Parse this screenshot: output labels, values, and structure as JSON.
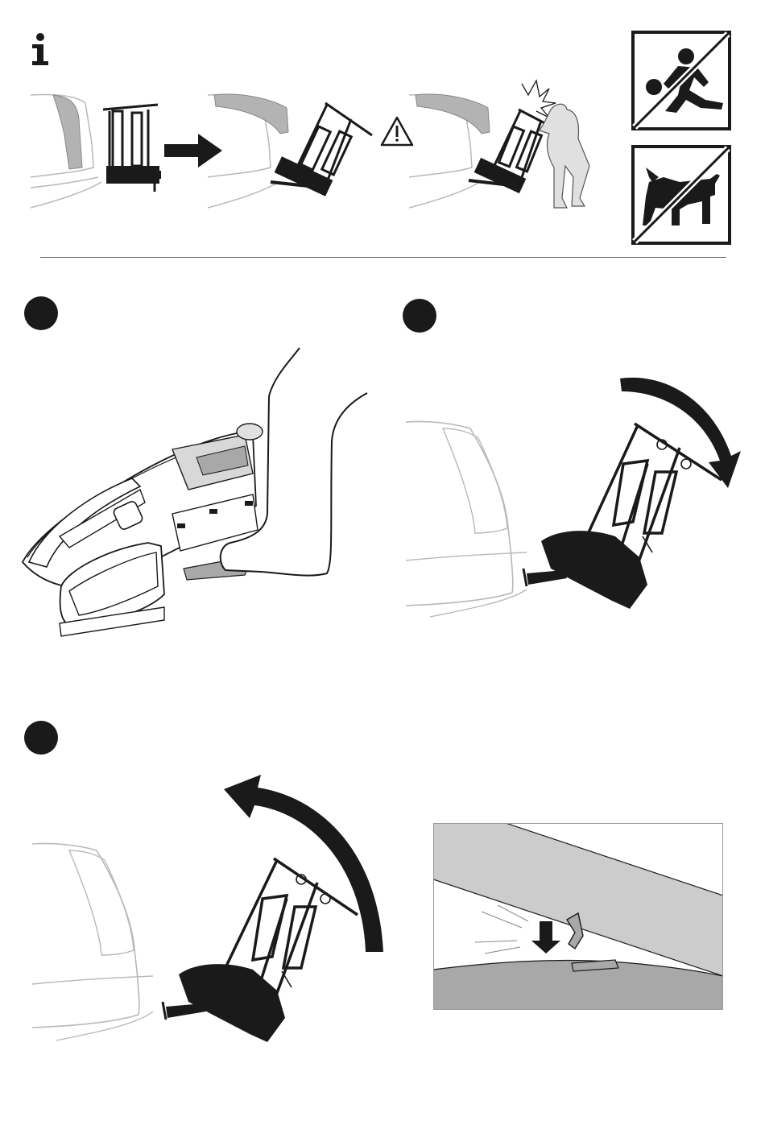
{
  "header": {
    "info_icon": "info-icon",
    "warning_icon": "warning-triangle-icon",
    "arrow_icon": "right-arrow-icon"
  },
  "prohibitions": [
    {
      "icon": "no-children-playing-icon"
    },
    {
      "icon": "no-dog-icon"
    }
  ],
  "steps": [
    {
      "icon": "step-marker-1"
    },
    {
      "icon": "step-marker-2"
    },
    {
      "icon": "step-marker-3"
    }
  ],
  "colors": {
    "ink": "#1a1a1a",
    "light_gray": "#cccccc",
    "mid_gray": "#a8a8a8",
    "outline_gray": "#b8b8b8"
  }
}
